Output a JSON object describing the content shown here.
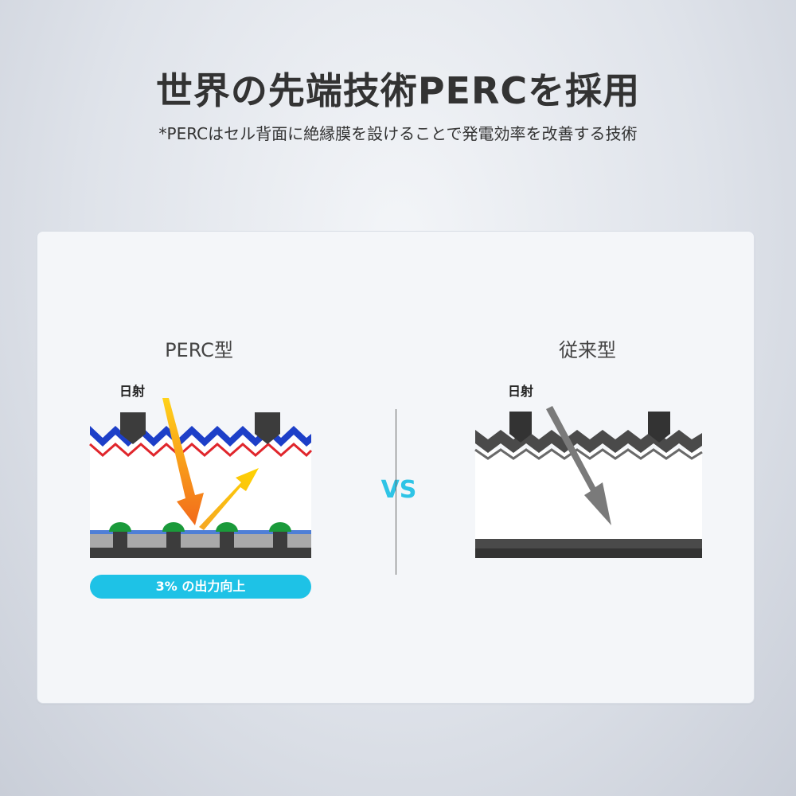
{
  "header": {
    "title": "世界の先端技術PERCを採用",
    "subtitle": "*PERCはセル背面に絶縁膜を設けることで発電効率を改善する技術"
  },
  "comparison": {
    "left": {
      "label": "PERC型",
      "ray_label": "日射",
      "badge": "3% の出力向上"
    },
    "vs": "VS",
    "right": {
      "label": "従来型",
      "ray_label": "日射"
    }
  },
  "colors": {
    "accent": "#1ec2e6",
    "title": "#333333",
    "arrow_orange": "#f5821f",
    "arrow_yellow": "#f5b800",
    "contact_green": "#1a9a3a",
    "layer_blue": "#1d3fc8",
    "layer_red": "#e0262c",
    "grey_arrow": "#7a7a7a",
    "dark_layer": "#444444"
  }
}
